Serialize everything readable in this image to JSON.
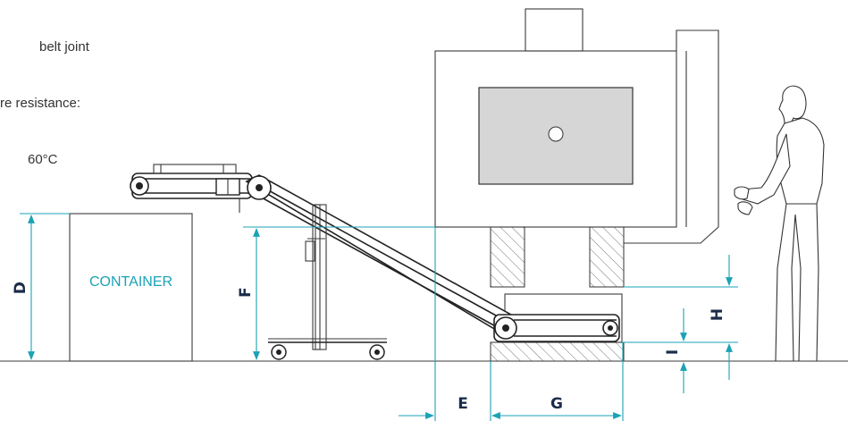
{
  "note": {
    "line1": "belt joint",
    "line2": "re resistance:",
    "line3": "60°C"
  },
  "labels": {
    "container": "CONTAINER",
    "dim_d": "D",
    "dim_f": "F",
    "dim_h": "H",
    "dim_i": "I",
    "dim_e": "E",
    "dim_g": "G"
  },
  "colors": {
    "dimension": "#1aa3b5",
    "machine_window": "#d6d6d6",
    "conveyor": "#2a2a2a"
  }
}
